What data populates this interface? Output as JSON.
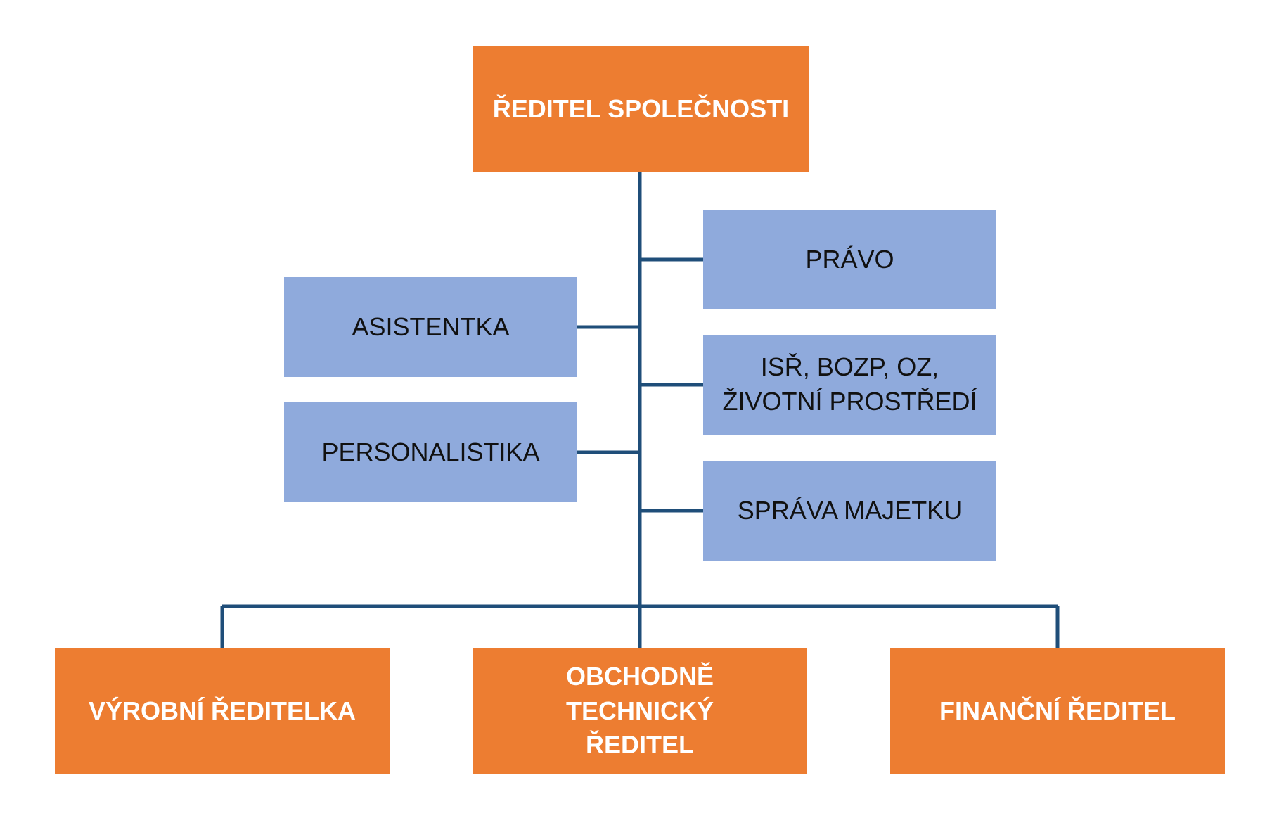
{
  "colors": {
    "primary_box": "#ED7D31",
    "staff_box": "#8FAADC",
    "connector": "#1F4E79"
  },
  "org_chart": {
    "top": {
      "label": "ŘEDITEL SPOLEČNOSTI"
    },
    "staff_left": [
      {
        "label": "ASISTENTKA"
      },
      {
        "label": "PERSONALISTIKA"
      }
    ],
    "staff_right": [
      {
        "label": "PRÁVO"
      },
      {
        "label": "ISŘ, BOZP, OZ, ŽIVOTNÍ PROSTŘEDÍ"
      },
      {
        "label": "SPRÁVA MAJETKU"
      }
    ],
    "subordinates": [
      {
        "label": "VÝROBNÍ ŘEDITELKA"
      },
      {
        "label": "OBCHODNĚ TECHNICKÝ ŘEDITEL"
      },
      {
        "label": "FINANČNÍ ŘEDITEL"
      }
    ]
  }
}
